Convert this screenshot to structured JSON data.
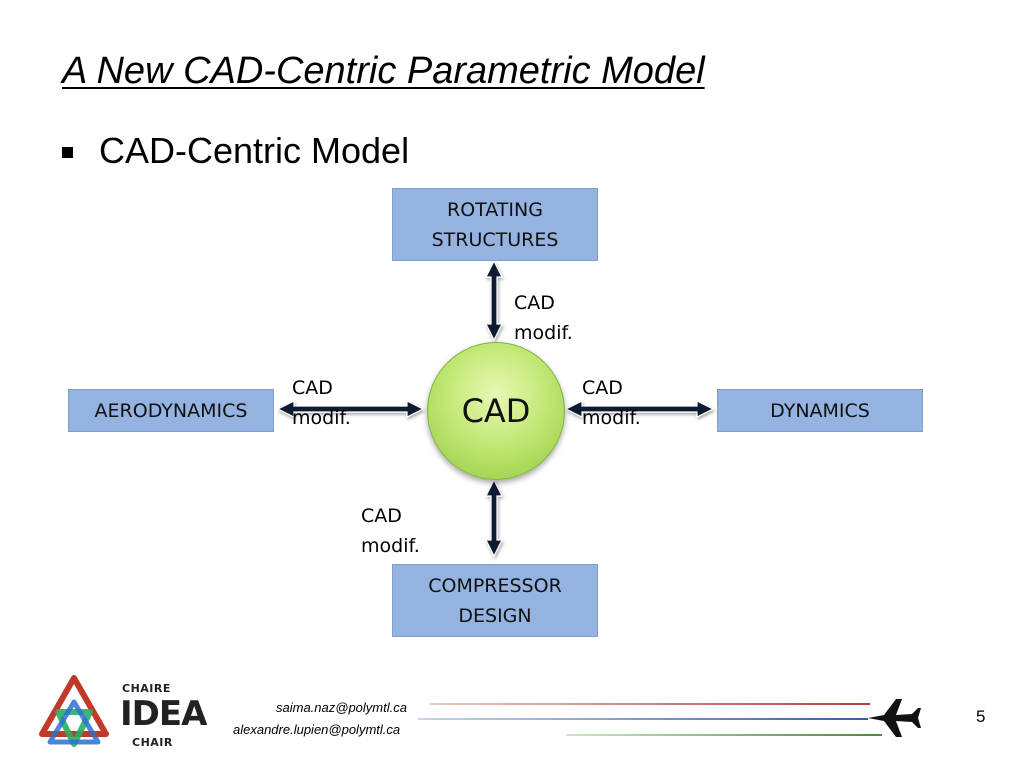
{
  "slide": {
    "title": "A New CAD-Centric Parametric Model",
    "bullet": "CAD-Centric Model",
    "page_number": "5"
  },
  "diagram": {
    "center": "CAD",
    "nodes": {
      "top": "ROTATING\nSTRUCTURES",
      "left": "AERODYNAMICS",
      "right": "DYNAMICS",
      "bottom": "COMPRESSOR\nDESIGN"
    },
    "edge_labels": {
      "top": "CAD\nmodif.",
      "left": "CAD\nmodif.",
      "right": "CAD\nmodif.",
      "bottom": "CAD\nmodif."
    },
    "colors": {
      "box_fill": "#95b3e0",
      "circle_fill": "#c3e877",
      "arrow": "#0d1a33"
    }
  },
  "footer": {
    "email1": "saima.naz@polymtl.ca",
    "email2": "alexandre.lupien@polymtl.ca",
    "logo": {
      "top_text": "CHAIRE",
      "main_text": "IDEA",
      "bottom_text": "CHAIR"
    },
    "icons": [
      "airplane-icon",
      "triangle-logo-icon"
    ]
  }
}
